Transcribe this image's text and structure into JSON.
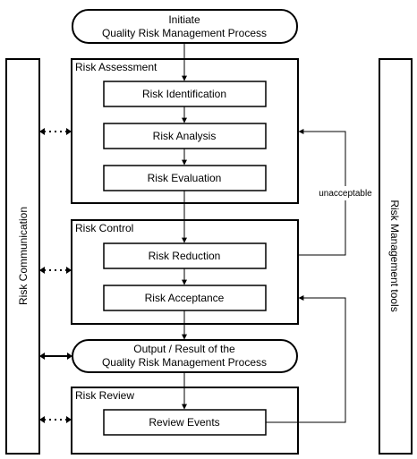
{
  "start": {
    "line1": "Initiate",
    "line2": "Quality Risk Management Process"
  },
  "risk_assessment": {
    "title": "Risk Assessment",
    "steps": [
      "Risk Identification",
      "Risk Analysis",
      "Risk Evaluation"
    ]
  },
  "risk_control": {
    "title": "Risk Control",
    "steps": [
      "Risk Reduction",
      "Risk Acceptance"
    ]
  },
  "output": {
    "line1": "Output / Result of the",
    "line2": "Quality Risk Management Process"
  },
  "risk_review": {
    "title": "Risk Review",
    "steps": [
      "Review Events"
    ]
  },
  "left_panel": {
    "label": "Risk Communication"
  },
  "right_panel": {
    "label": "Risk Management tools"
  },
  "feedback_label": "unacceptable",
  "colors": {
    "stroke": "#000000",
    "fill": "#ffffff"
  }
}
